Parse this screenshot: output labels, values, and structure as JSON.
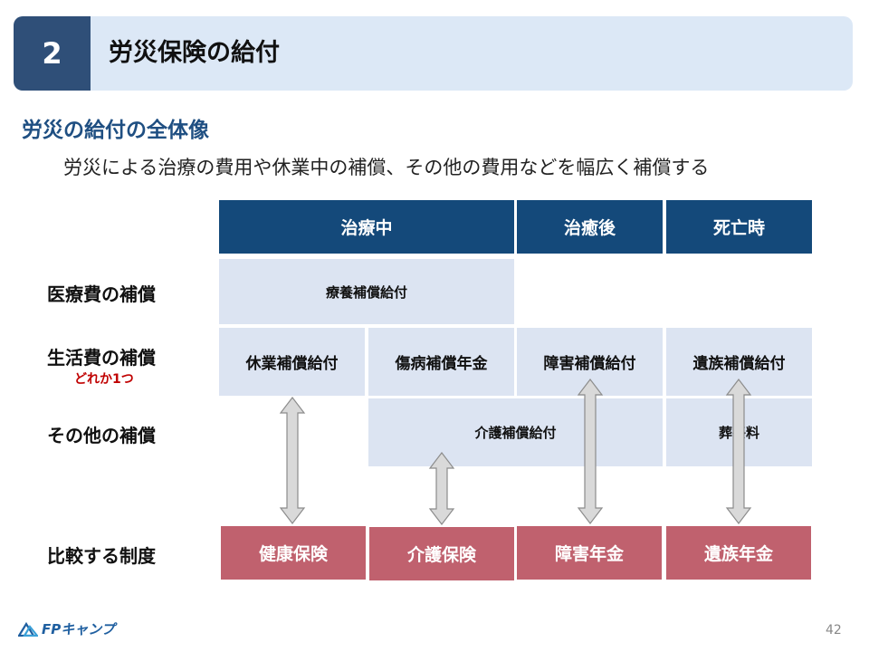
{
  "header": {
    "number": "2",
    "title": "労災保険の給付"
  },
  "section_title": "労災の給付の全体像",
  "subtitle": "労災による治療の費用や休業中の補償、その他の費用などを幅広く補償する",
  "columns": {
    "treatment": "治療中",
    "after_cure": "治癒後",
    "death": "死亡時"
  },
  "rows": {
    "medical": "医療費の補償",
    "living": "生活費の補償",
    "living_note": "どれか1つ",
    "other": "その他の補償",
    "compare": "比較する制度"
  },
  "benefits": {
    "medical_care": "療養補償給付",
    "leave": "休業補償給付",
    "injury_pension": "傷病補償年金",
    "disability": "障害補償給付",
    "survivor": "遺族補償給付",
    "nursing": "介護補償給付",
    "funeral": "葬祭料"
  },
  "systems": {
    "health": "健康保険",
    "care": "介護保険",
    "disability_pension": "障害年金",
    "survivor_pension": "遺族年金"
  },
  "colors": {
    "header_bg": "#dce8f6",
    "header_num_bg": "#2f4f78",
    "column_header": "#14497a",
    "cell": "#dce4f2",
    "system_box": "#c0616e",
    "note_red": "#c00000"
  },
  "footer": {
    "logo": "FPキャンプ",
    "page": "42"
  }
}
